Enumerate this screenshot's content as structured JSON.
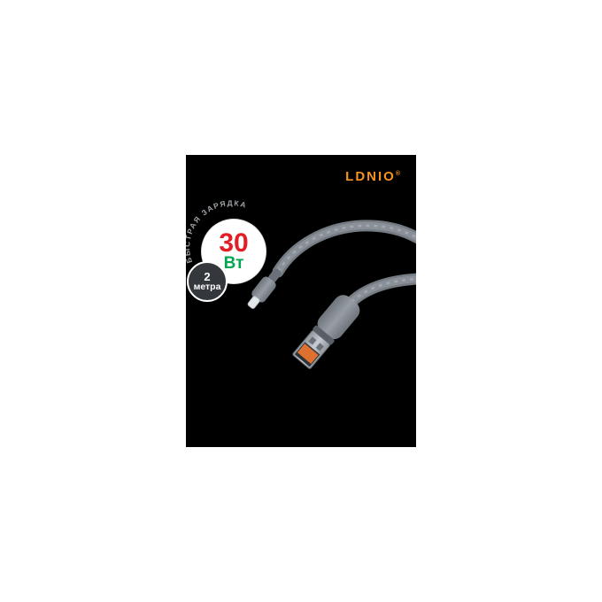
{
  "logo": {
    "text": "LDNIO",
    "reg_mark": "®",
    "color": "#F7941D"
  },
  "badge": {
    "arc_text": "БЫСТРАЯ ЗАРЯДКА",
    "power_value": "30",
    "power_unit": "Вт",
    "power_value_color": "#E31E24",
    "power_unit_color": "#00A651",
    "length_value": "2",
    "length_unit": "метра"
  },
  "photo": {
    "background_color": "#000000",
    "cable_color": "#757b82",
    "connector_shell_color": "#aab0b6",
    "usb_insert_color": "#DF7130"
  }
}
